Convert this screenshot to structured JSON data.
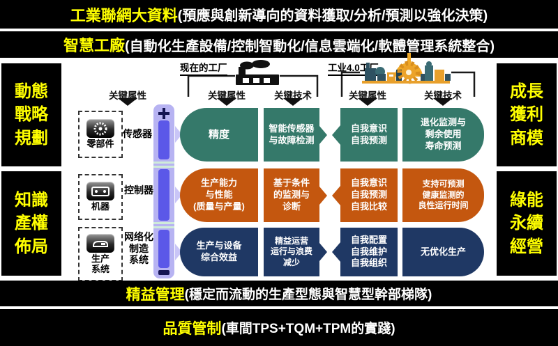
{
  "banners": {
    "top1": {
      "highlight": "工業聯網大資料",
      "rest": "(預應與創新導向的資料獲取/分析/預測以強化決策)"
    },
    "top2": {
      "highlight": "智慧工廠",
      "rest": "(自動化生產設備/控制智動化/信息雲端化/軟體管理系統整合)"
    },
    "bottom1": {
      "highlight": "精益管理",
      "rest": "(穩定而流動的生產型態與智慧型幹部梯隊)"
    },
    "bottom2": {
      "highlight": "品質管制",
      "rest": "(車間TPS+TQM+TPM的實踐)"
    }
  },
  "sidebars": {
    "left": [
      {
        "label": "動態\n戰略\n規劃"
      },
      {
        "label": "知識\n產權\n佈局"
      }
    ],
    "right": [
      {
        "label": "成長\n獲利\n商模"
      },
      {
        "label": "綠能\n永續\n經營"
      }
    ]
  },
  "diagram": {
    "factory_now": {
      "label": "现在的工厂"
    },
    "factory_40": {
      "label": "工业4.0工厂"
    },
    "column_headers": [
      {
        "label": "关键属性"
      },
      {
        "label": "关键属性"
      },
      {
        "label": "关键技术"
      },
      {
        "label": "关键属性"
      },
      {
        "label": "关键技术"
      }
    ],
    "machine_levels": [
      {
        "box_label": "零部件",
        "side_label": "传感器"
      },
      {
        "box_label": "机器",
        "side_label": "控制器"
      },
      {
        "box_label": "生产\n系统",
        "side_label": "网络化\n制造\n系统"
      }
    ],
    "rows": [
      {
        "name": "component-level",
        "color": "#35796a",
        "cells": [
          "精度",
          "智能传感器\n与故障检测",
          "自我意识\n自我预测",
          "退化监测与\n剩余使用\n寿命预测"
        ]
      },
      {
        "name": "machine-level",
        "color": "#c4570f",
        "cells": [
          "生产能力\n与性能\n(质量与产量)",
          "基于条件\n的监测与\n诊断",
          "自我意识\n自我预测\n自我比较",
          "支持可预测\n健康监测的\n良性运行时间"
        ]
      },
      {
        "name": "production-level",
        "color": "#1f3864",
        "cells": [
          "生产与设备\n综合效益",
          "精益运营\n运行与浪费\n减少",
          "自我配置\n自我维护\n自我组织",
          "无优化生产"
        ]
      }
    ]
  },
  "colors": {
    "banner_bg": "#000000",
    "highlight_text": "#ffff00",
    "body_text": "#ffffff",
    "row_green": "#35796a",
    "row_orange": "#c4570f",
    "row_navy": "#1f3864",
    "bar_outer": "#b7b3f2",
    "bar_inner": "#5b58e8",
    "bar_separator": "#cfebd9",
    "bar_plus_minus": "#141452"
  }
}
